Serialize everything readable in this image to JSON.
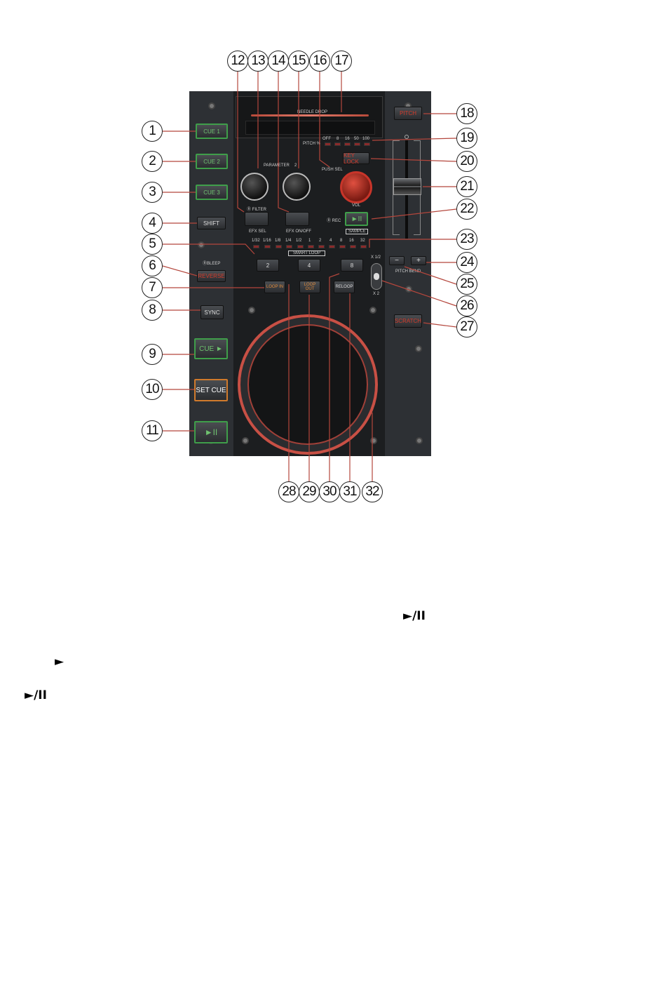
{
  "callouts": [
    "1",
    "2",
    "3",
    "4",
    "5",
    "6",
    "7",
    "8",
    "9",
    "10",
    "11",
    "12",
    "13",
    "14",
    "15",
    "16",
    "17",
    "18",
    "19",
    "20",
    "21",
    "22",
    "23",
    "24",
    "25",
    "26",
    "27",
    "28",
    "29",
    "30",
    "31",
    "32"
  ],
  "device": {
    "cue1": "CUE 1",
    "cue2": "CUE 2",
    "cue3": "CUE 3",
    "shift": "SHIFT",
    "bleep": "BLEEP",
    "reverse": "REVERSE",
    "sync": "SYNC",
    "cue_play": "CUE ►",
    "set_cue": "SET CUE",
    "play_pause": "►II",
    "needle_drop": "NEEDLE DROP",
    "pitch_percent": "PITCH %",
    "pitch_ranges": [
      "OFF",
      "8",
      "16",
      "50",
      "100"
    ],
    "parameter": "PARAMETER",
    "parameter_2": "2",
    "push_sel": "PUSH SEL",
    "filter": "FILTER",
    "vol": "VOL",
    "rec": "REC",
    "sample": "SAMPLE",
    "sample_play": "►II",
    "efx_sel": "EFX SEL",
    "efx_onoff": "EFX ON/OFF",
    "loop_sizes": [
      "1/32",
      "1/16",
      "1/8",
      "1/4",
      "1/2",
      "1",
      "2",
      "4",
      "8",
      "16",
      "32"
    ],
    "smart_loop": "SMART LOOP",
    "loop2": "2",
    "loop4": "4",
    "loop8": "8",
    "loop_in": "LOOP IN",
    "loop_out": "LOOP OUT",
    "reloop": "RELOOP",
    "x_half": "X 1/2",
    "x_two": "X 2",
    "pitch": "PITCH",
    "key_lock": "KEY LOCK",
    "minus": "−",
    "plus": "+",
    "pitch_bend": "PITCH BEND",
    "scratch": "SCRATCH"
  },
  "footer_glyphs": {
    "play_pause_1": "►/II",
    "play": "►",
    "play_pause_2": "►/II"
  }
}
